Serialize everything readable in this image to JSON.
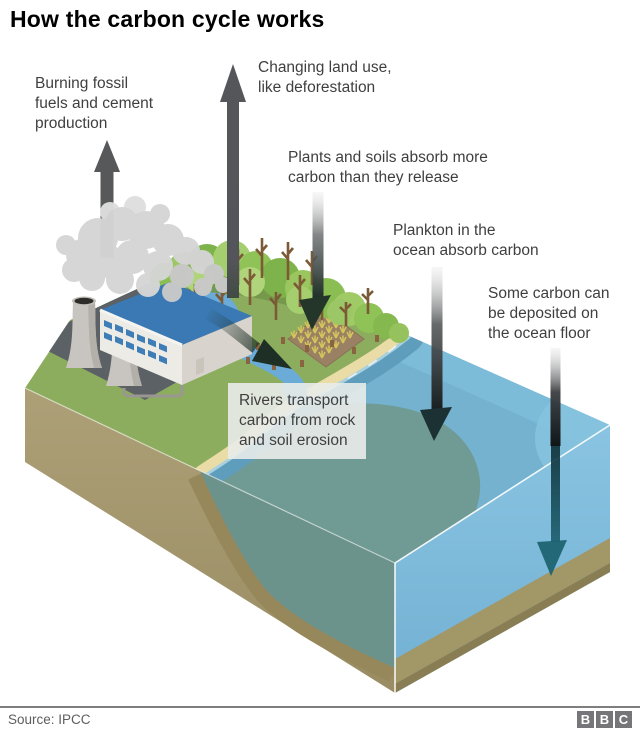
{
  "title": "How the carbon cycle works",
  "labels": {
    "burning_fossil": "Burning fossil\nfuels and cement\nproduction",
    "changing_land_use": "Changing land use,\nlike deforestation",
    "plants_soils": "Plants and soils absorb more\ncarbon than they release",
    "plankton": "Plankton in the\nocean absorb carbon",
    "ocean_floor": "Some carbon can\nbe deposited on\nthe ocean floor",
    "rivers_box": "Rivers transport\ncarbon from rock\nand soil erosion"
  },
  "footer": {
    "source": "Source: IPCC",
    "logo_letters": [
      "B",
      "B",
      "C"
    ]
  },
  "colors": {
    "land_green": "#8cad5e",
    "ocean_teal": "#6f9b94",
    "ocean_blue": "#74b2d0",
    "shallow_blue": "#a9d0df",
    "beach_sand": "#e9dca6",
    "soil_tan": "#a79a70",
    "river_blue": "#6aabd7",
    "arrow_dark": "#57585a",
    "underwater_arrow_teal": "#1e6372"
  }
}
